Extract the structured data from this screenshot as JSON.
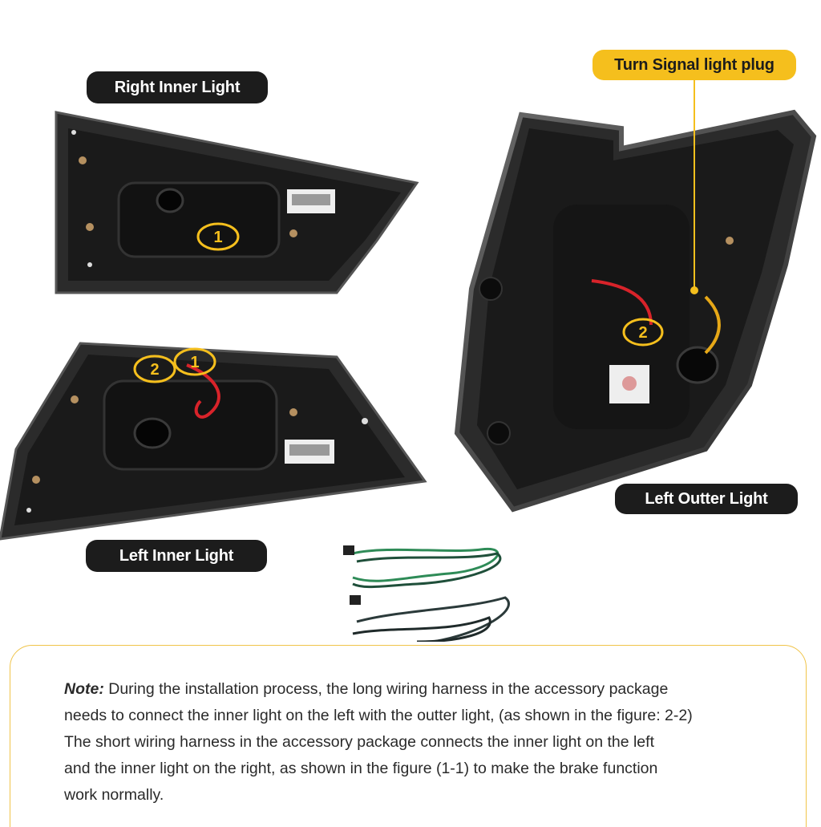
{
  "labels": {
    "right_inner": "Right Inner Light",
    "left_inner": "Left Inner Light",
    "left_outer": "Left Outter Light",
    "turn_signal_plug": "Turn Signal light plug"
  },
  "markers": {
    "right_inner_1": "1",
    "left_inner_2": "2",
    "left_inner_1": "1",
    "left_outer_2": "2"
  },
  "note": {
    "label": "Note:",
    "lines": [
      " During the installation process, the long wiring harness in the accessory package",
      "needs to connect the inner light on the left with the outter light, (as shown in the figure: 2-2)",
      "The short wiring harness in the accessory package connects the inner light on the left",
      "and the inner light on the right, as shown in the figure (1-1) to make the brake function",
      "work normally."
    ]
  },
  "colors": {
    "label_dark": "#1c1c1c",
    "label_yellow": "#f5bf1d",
    "marker_circle": "#f5bf1d",
    "red_wire": "#d8232a",
    "green_wire": "#2e8b57",
    "note_border": "#f0c44a"
  }
}
